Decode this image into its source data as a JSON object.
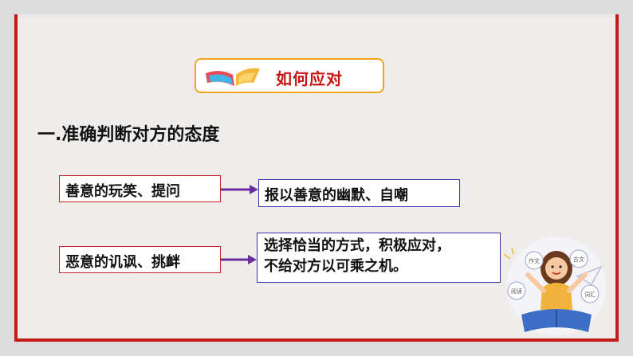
{
  "section_title": "如何应对",
  "heading": "一.准确判断对方的态度",
  "pairs": [
    {
      "situation": "善意的玩笑、提问",
      "response": [
        "报以善意的幽默、自嘲"
      ]
    },
    {
      "situation": "恶意的讥讽、挑衅",
      "response": [
        "选择恰当的方式，积极应对，",
        "不给对方以可乘之机。"
      ]
    }
  ],
  "illustration_labels": [
    "作文",
    "古文",
    "阅读",
    "词汇"
  ],
  "colors": {
    "frame_accent": "#c51a1a",
    "title_border": "#f1a51d",
    "title_text": "#c81414",
    "situation_border": "#c92424",
    "response_border": "#3434a8",
    "arrow": "#6b2e9e"
  }
}
